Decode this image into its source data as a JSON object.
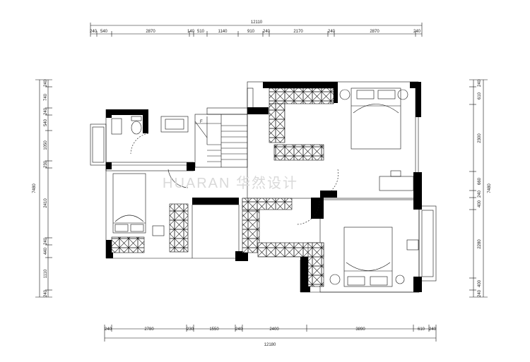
{
  "watermark": "HUARAN 华然设计",
  "dimensions": {
    "top_total": "12110",
    "top_segments": [
      "240",
      "540",
      "2870",
      "140",
      "510",
      "1140",
      "910",
      "240",
      "2170",
      "240",
      "2870",
      "240"
    ],
    "bottom_total": "12180",
    "bottom_segments": [
      "240",
      "2780",
      "230",
      "1550",
      "240",
      "2400",
      "3890",
      "610",
      "240"
    ],
    "left_total": "7480",
    "left_segments": [
      "240",
      "740",
      "240",
      "540",
      "1050",
      "230",
      "2410",
      "240",
      "440",
      "1110",
      "240"
    ],
    "right_total": "7480",
    "right_segments": [
      "240",
      "610",
      "2300",
      "660",
      "240",
      "400",
      "2280",
      "400",
      "240"
    ]
  },
  "stair_label": "F"
}
